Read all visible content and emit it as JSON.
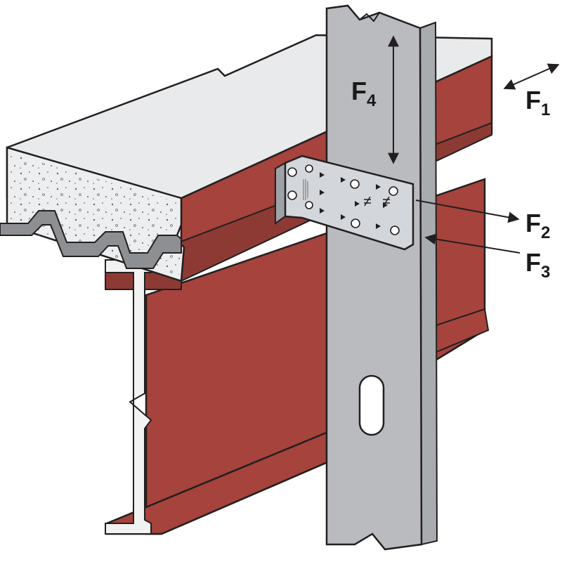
{
  "forces": {
    "f1": {
      "letter": "F",
      "subscript": "1"
    },
    "f2": {
      "letter": "F",
      "subscript": "2"
    },
    "f3": {
      "letter": "F",
      "subscript": "3"
    },
    "f4": {
      "letter": "F",
      "subscript": "4"
    }
  },
  "colors": {
    "steel_red": "#A5433C",
    "steel_red_dark": "#7E2F2A",
    "stud_gray": "#B9BBBE",
    "stud_gray_dark": "#8D9094",
    "bracket_silver": "#D3D6DA",
    "concrete": "#E9EAEB",
    "outline": "#231F20"
  },
  "icons": [
    "concrete-slab",
    "metal-deck",
    "steel-beam",
    "steel-stud",
    "clip-bracket",
    "force-arrow"
  ]
}
